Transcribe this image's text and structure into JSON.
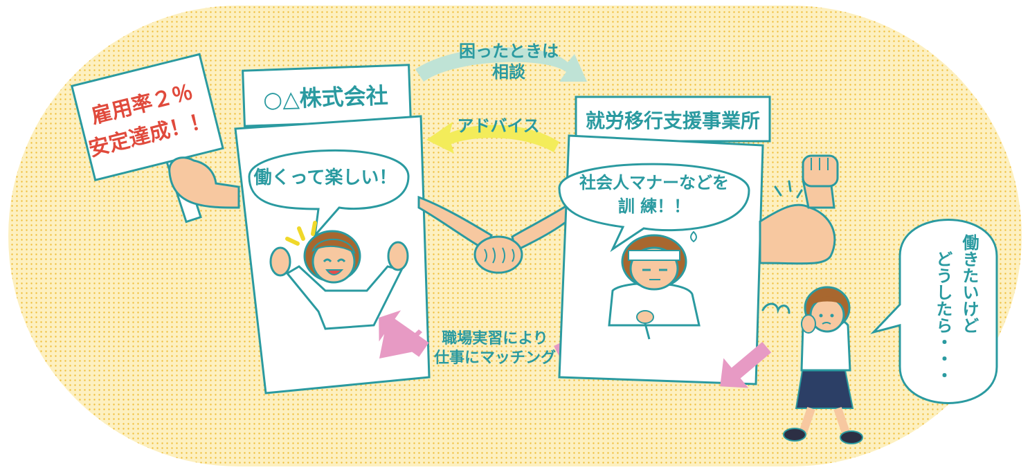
{
  "colors": {
    "background": "#fde9a8",
    "dots": "#f4c542",
    "outline": "#2a9aa0",
    "skin": "#f7c8a0",
    "hair": "#a8672f",
    "paper": "#ffffff",
    "sign_text": "#e04a3c",
    "arrow_top": "#bfe3d6",
    "arrow_mid": "#f3ec5a",
    "arrow_pink": "#e79ac4",
    "skirt": "#2c3f66"
  },
  "sign": {
    "line1": "雇用率２％",
    "line2": "安定達成！！"
  },
  "company": {
    "name": "○△株式会社",
    "bubble": "働くって楽しい！"
  },
  "office": {
    "name": "就労移行支援事業所",
    "bubble_line1": "社会人マナーなどを",
    "bubble_line2": "訓 練！！"
  },
  "arrows": {
    "consult_line1": "困ったときは",
    "consult_line2": "相談",
    "advice": "アドバイス",
    "matching_line1": "職場実習により",
    "matching_line2": "仕事にマッチング"
  },
  "person": {
    "bubble_col1": "働きたいけど",
    "bubble_col2": "どうしたら・・・"
  },
  "icons": [
    "raised-fist-icon",
    "handshake-icon",
    "sigh-icon",
    "sparkle-icon",
    "sweat-icon"
  ]
}
